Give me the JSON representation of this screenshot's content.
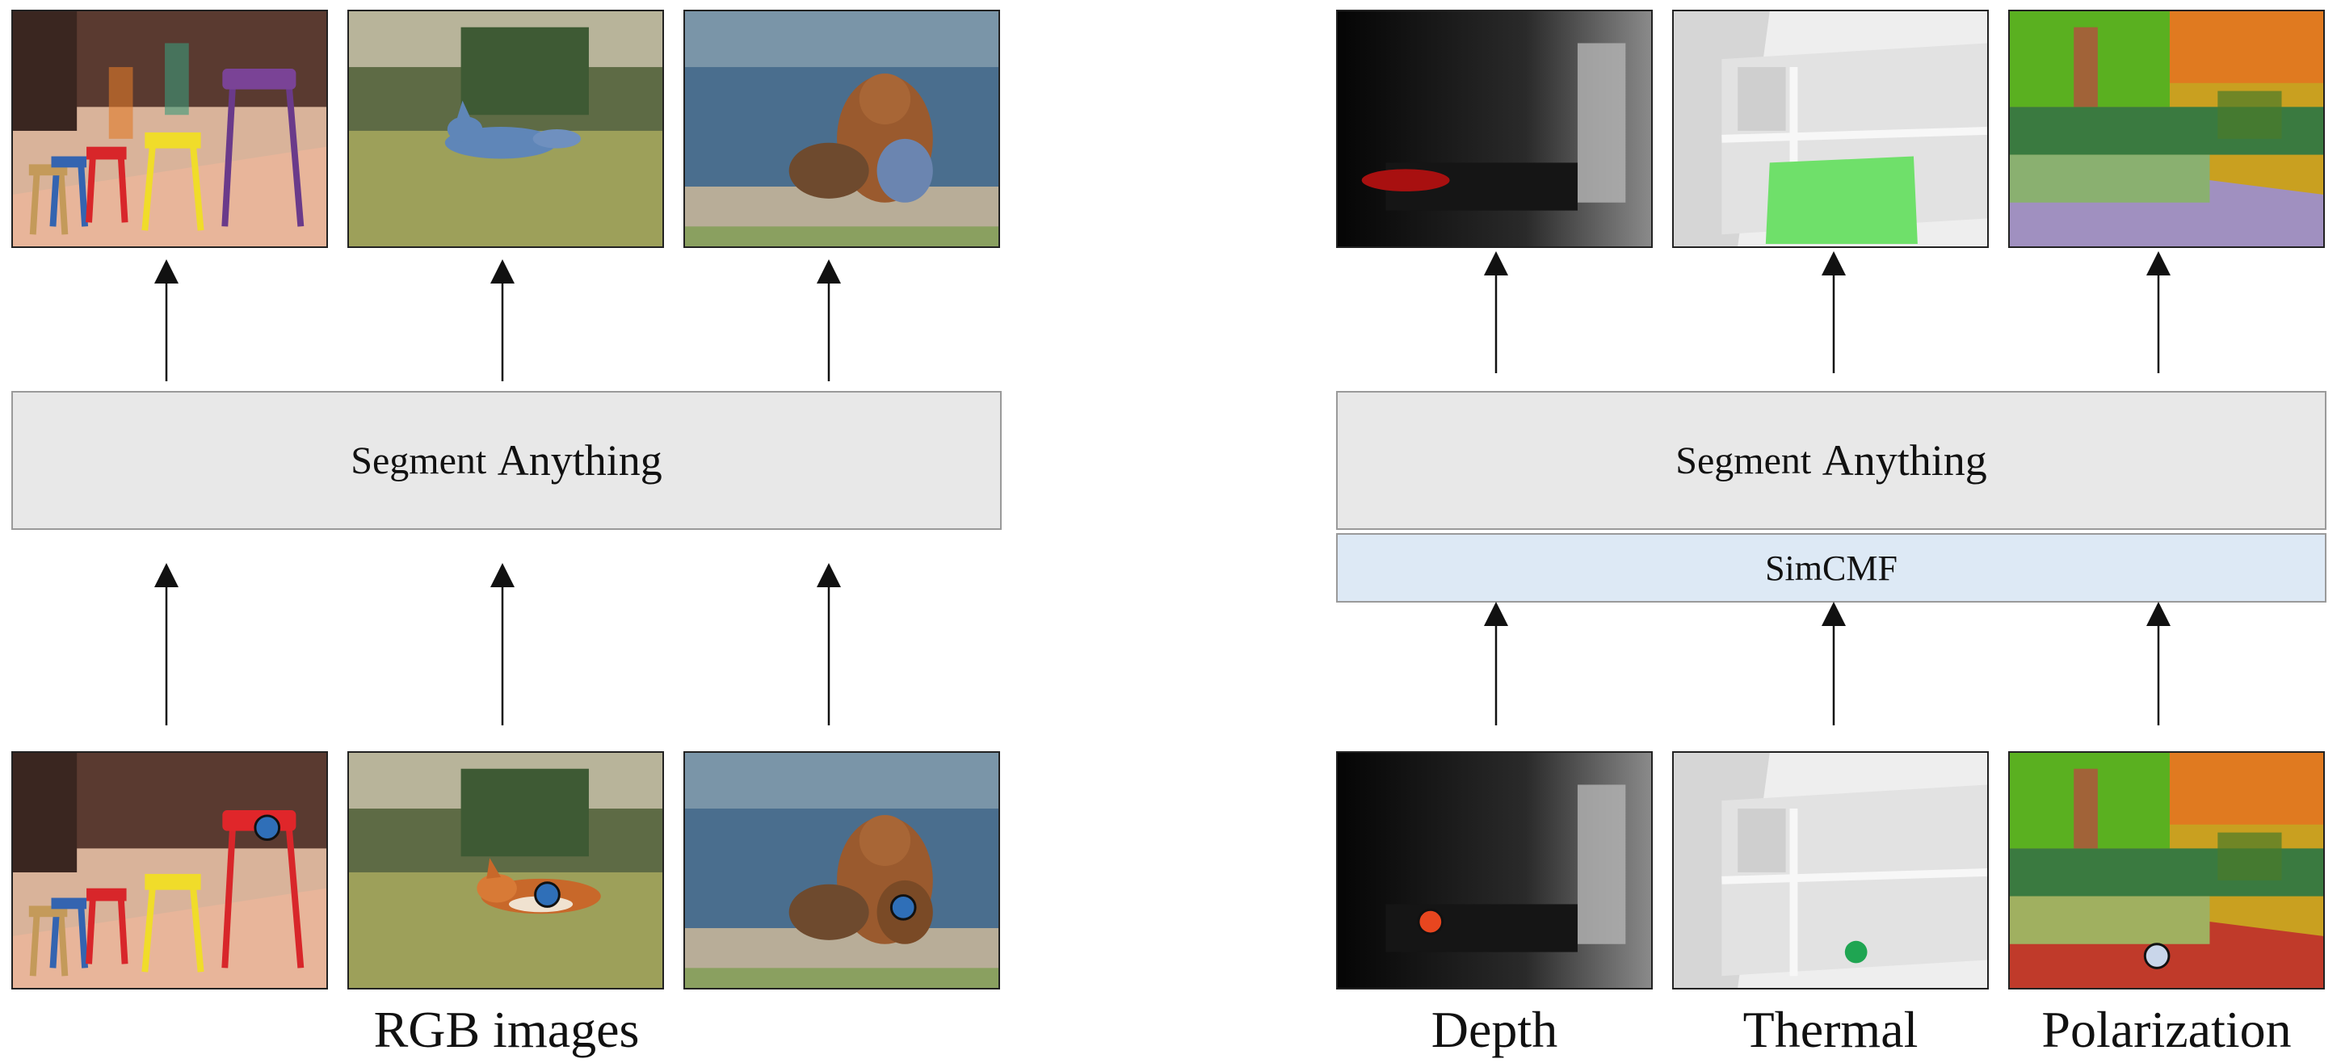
{
  "left_panel": {
    "model_label_prefix": "Segment",
    "model_label_main": "Anything",
    "caption": "RGB images",
    "images": [
      {
        "subject": "colorful stools"
      },
      {
        "subject": "running dog"
      },
      {
        "subject": "bears by the sea"
      }
    ]
  },
  "right_panel": {
    "model_label_prefix": "Segment",
    "model_label_main": "Anything",
    "adapter_label": "SimCMF",
    "captions": [
      "Depth",
      "Thermal",
      "Polarization"
    ]
  },
  "colors": {
    "prompt_point_rgb": "#2f6fb8",
    "prompt_point_depth": "#e8461f",
    "prompt_point_thermal": "#1fa552",
    "prompt_point_polarization": "#c9d6ea",
    "mask_depth": "#a81010",
    "mask_thermal": "#6fe06a",
    "sam_box": "#e8e8e8",
    "simcmf_box": "#dde9f5"
  },
  "icons": [
    "arrow-up-icon",
    "prompt-point-icon"
  ]
}
